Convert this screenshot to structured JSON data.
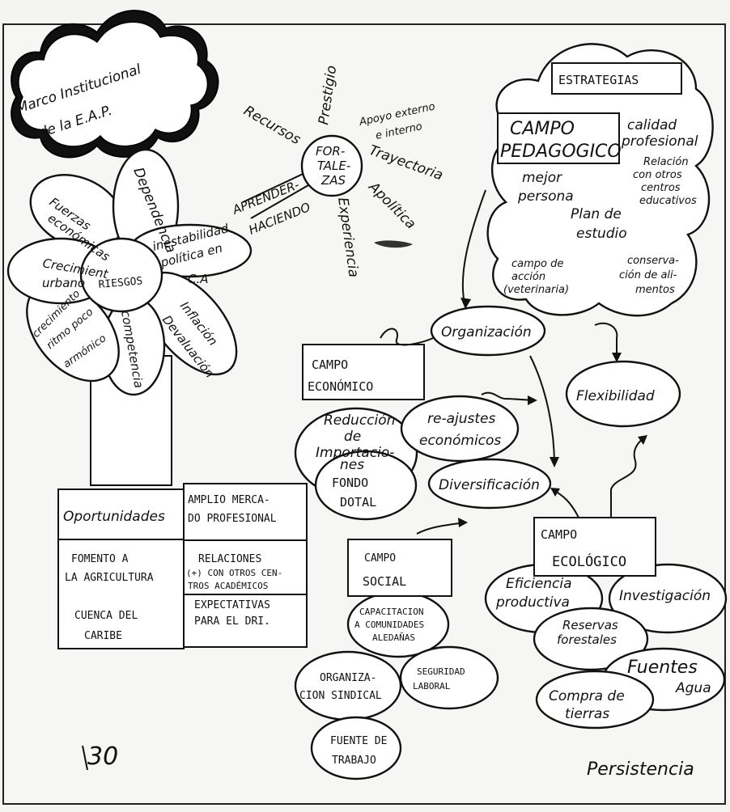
{
  "diagram": {
    "marco": {
      "line1": "Marco Institucional",
      "line2": "de la E.A.P."
    },
    "fortalezas": {
      "center": [
        "FOR-",
        "TALE-",
        "ZAS"
      ],
      "rays": {
        "recursos": "Recursos",
        "prestigio": "Prestigio",
        "apoyo1": "Apoyo externo",
        "apoyo2": "e interno",
        "trayectoria": "Trayectoria",
        "apolitica": "Apolítica",
        "experiencia": "Experiencia",
        "aprender1": "APRENDER-",
        "aprender2": "HACIENDO"
      }
    },
    "riesgos": {
      "center": "RIESGOS",
      "petals": {
        "fuerzas1": "Fuerzas",
        "fuerzas2": "económicas",
        "dependencia": "Dependencia",
        "inestab1": "inestabilidad",
        "inestab2": "política en",
        "inestab3": "C.A",
        "inflacion1": "Inflación",
        "inflacion2": "Devaluación",
        "competencia": "competencia",
        "crec1": "crecimiento",
        "crec2": "ritmo poco",
        "crec3": "armónico",
        "urbano1": "Crecimient",
        "urbano2": "urbano"
      }
    },
    "oportunidades": {
      "title": "Oportunidades",
      "amplio1": "AMPLIO MERCA-",
      "amplio2": "DO PROFESIONAL",
      "fomento1": "FOMENTO A",
      "fomento2": "LA AGRICULTURA",
      "relaciones1": "RELACIONES",
      "relaciones2": "(+) CON OTROS CEN-",
      "relaciones3": "TROS ACADÉMICOS",
      "cuenca1": "CUENCA DEL",
      "cuenca2": "CARIBE",
      "expect1": "EXPECTATIVAS",
      "expect2": "PARA EL DRI."
    },
    "estrategias": "ESTRATEGIAS",
    "pedagogico": {
      "title1": "CAMPO",
      "title2": "PEDAGOGICO",
      "calidad1": "calidad",
      "calidad2": "profesional",
      "relacion1": "Relación",
      "relacion2": "con otros",
      "relacion3": "centros",
      "relacion4": "educativos",
      "mejor1": "mejor",
      "mejor2": "persona",
      "plan1": "Plan de",
      "plan2": "estudio",
      "campoaccion1": "campo de",
      "campoaccion2": "acción",
      "campoaccion3": "(veterinaria)",
      "conserv1": "conserva-",
      "conserv2": "ción de ali-",
      "conserv3": "mentos"
    },
    "organizacion": "Organización",
    "flexibilidad": "Flexibilidad",
    "diversificacion": "Diversificación",
    "economico": {
      "title1": "CAMPO",
      "title2": "ECONÓMICO",
      "reduccion1": "Reducción",
      "reduccion2": "de",
      "reduccion3": "Importacio-",
      "reduccion4": "nes",
      "reajustes1": "re-ajustes",
      "reajustes2": "económicos",
      "fondo1": "FONDO",
      "fondo2": "DOTAL"
    },
    "social": {
      "title1": "CAMPO",
      "title2": "SOCIAL",
      "capacit1": "CAPACITACION",
      "capacit2": "A COMUNIDADES",
      "capacit3": "ALEDAÑAS",
      "organiz1": "ORGANIZA-",
      "organiz2": "CION SINDICAL",
      "seguridad1": "SEGURIDAD",
      "seguridad2": "LABORAL",
      "fuente1": "FUENTE DE",
      "fuente2": "TRABAJO"
    },
    "ecologico": {
      "title1": "CAMPO",
      "title2": "ECOLÓGICO",
      "eficiencia1": "Eficiencia",
      "eficiencia2": "productiva",
      "investigacion": "Investigación",
      "reservas1": "Reservas",
      "reservas2": "forestales",
      "fuentes1": "Fuentes",
      "fuentes2": "Agua",
      "compra1": "Compra de",
      "compra2": "tierras"
    },
    "page_number": "30",
    "persistencia": "Persistencia"
  }
}
